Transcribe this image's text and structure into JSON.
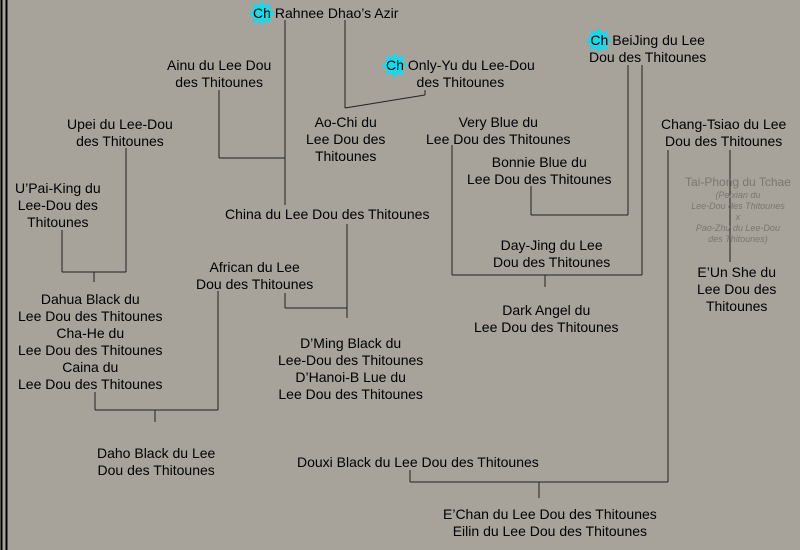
{
  "badge": "Ch",
  "people": [
    {
      "id": "rahnee",
      "text": "Rahnee Dhao’s Azir",
      "champion": true
    },
    {
      "id": "ainu",
      "text": "Ainu du Lee Dou\ndes Thitounes",
      "champion": false
    },
    {
      "id": "onlyyu",
      "text": "Only-Yu du Lee-Dou\ndes Thitounes",
      "champion": true
    },
    {
      "id": "beijing",
      "text": "BeiJing du Lee\nDou des Thitounes",
      "champion": true
    },
    {
      "id": "upei",
      "text": "Upei du Lee-Dou\ndes Thitounes",
      "champion": false
    },
    {
      "id": "aochi",
      "text": "Ao-Chi du\nLee Dou des\nThitounes",
      "champion": false
    },
    {
      "id": "veryblue",
      "text": "Very Blue du\nLee Dou des Thitounes",
      "champion": false
    },
    {
      "id": "changtsiao",
      "text": "Chang-Tsiao du Lee\nDou des Thitounes",
      "champion": false
    },
    {
      "id": "bonnie",
      "text": "Bonnie Blue du\nLee Dou des Thitounes",
      "champion": false
    },
    {
      "id": "upaiking",
      "text": "U’Pai-King du\nLee-Dou des\nThitounes",
      "champion": false
    },
    {
      "id": "china",
      "text": "China du Lee Dou des Thitounes",
      "champion": false
    },
    {
      "id": "dayjing",
      "text": "Day-Jing du Lee\nDou des Thitounes",
      "champion": false
    },
    {
      "id": "african",
      "text": "African du Lee\nDou des Thitounes",
      "champion": false
    },
    {
      "id": "euns",
      "text": "E’Un She du\nLee Dou des\nThitounes",
      "champion": false
    },
    {
      "id": "dahua",
      "text": "Dahua Black du\nLee Dou des Thitounes\nCha-He du\nLee Dou des Thitounes\nCaina du\nLee Dou des Thitounes",
      "champion": false
    },
    {
      "id": "darkangel",
      "text": "Dark Angel du\nLee Dou des Thitounes",
      "champion": false
    },
    {
      "id": "dming",
      "text": "D’Ming Black du\nLee-Dou des Thitounes\nD’Hanoi-B Lue du\nLee Dou des Thitounes",
      "champion": false
    },
    {
      "id": "daho",
      "text": "Daho Black du Lee\nDou des Thitounes",
      "champion": false
    },
    {
      "id": "douxi",
      "text": "Douxi Black du Lee Dou des Thitounes",
      "champion": false
    },
    {
      "id": "echan",
      "text": "E’Chan du Lee Dou des Thitounes\nEilin du Lee Dou des Thitounes",
      "champion": false
    }
  ],
  "taiphong": {
    "name": "Tai-Phong du Tchae",
    "details": "(Peixian du\nLee-Dou des Thitounes\nx\nPao-Zhu du Lee-Dou\ndes Thitounes)"
  }
}
